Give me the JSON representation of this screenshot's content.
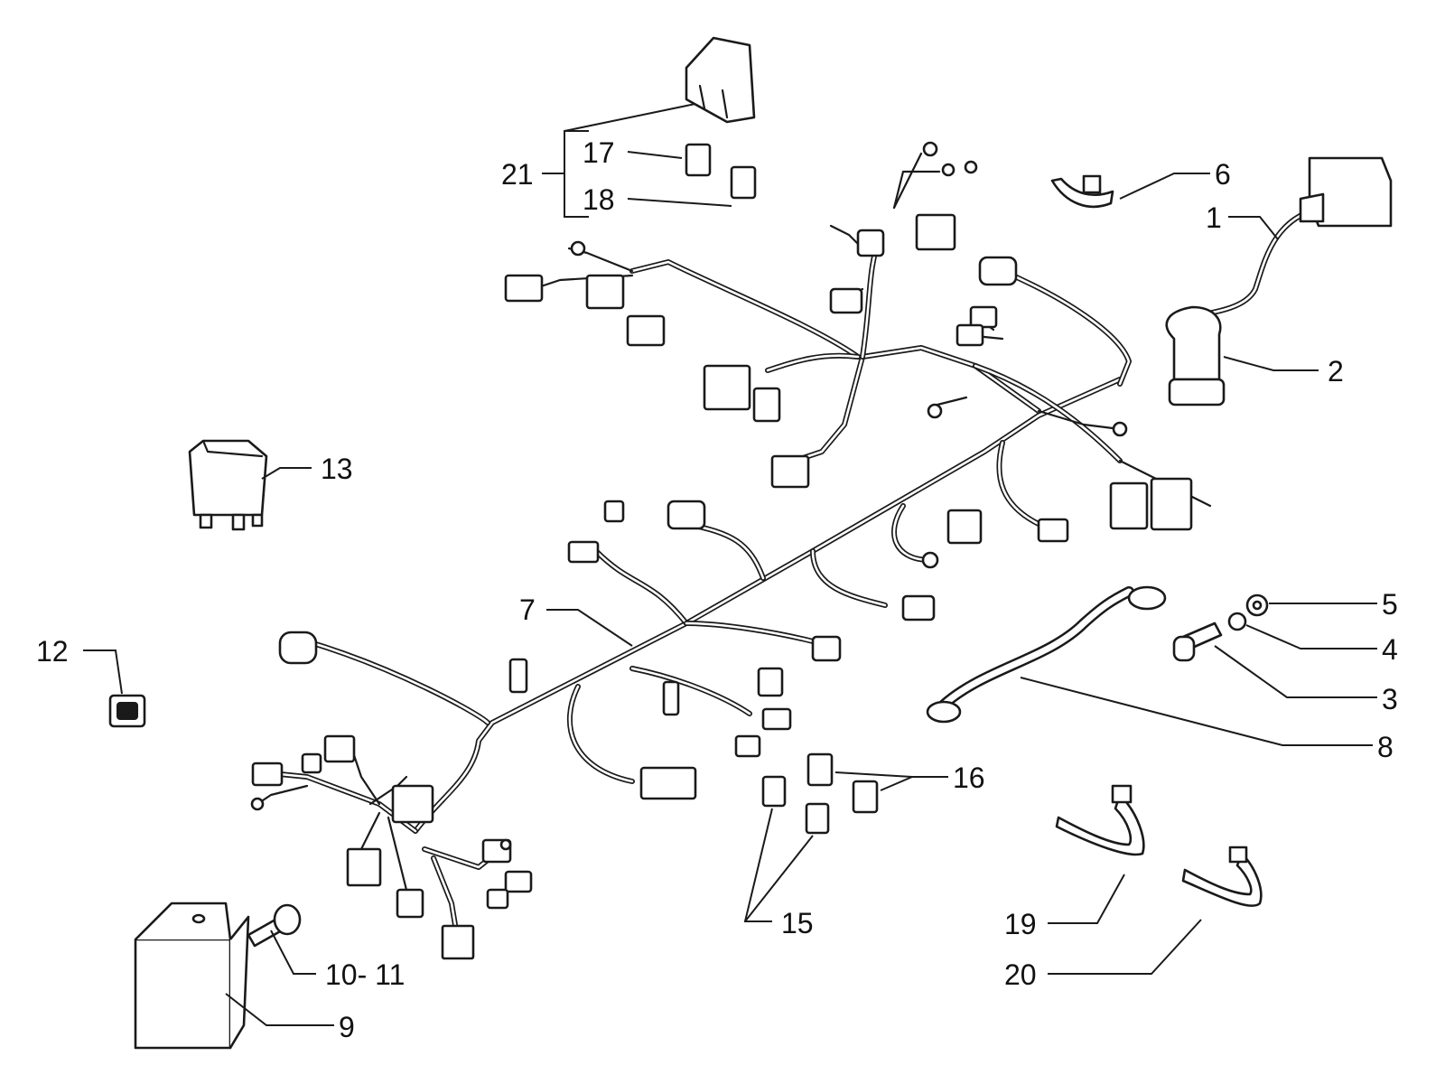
{
  "callouts": {
    "c1": "1",
    "c2": "2",
    "c3": "3",
    "c4": "4",
    "c5": "5",
    "c6": "6",
    "c7": "7",
    "c8": "8",
    "c9": "9",
    "c10_11": "10- 11",
    "c12": "12",
    "c13": "13",
    "c15": "15",
    "c16": "16",
    "c17": "17",
    "c18": "18",
    "c19": "19",
    "c20": "20",
    "c21": "21"
  }
}
